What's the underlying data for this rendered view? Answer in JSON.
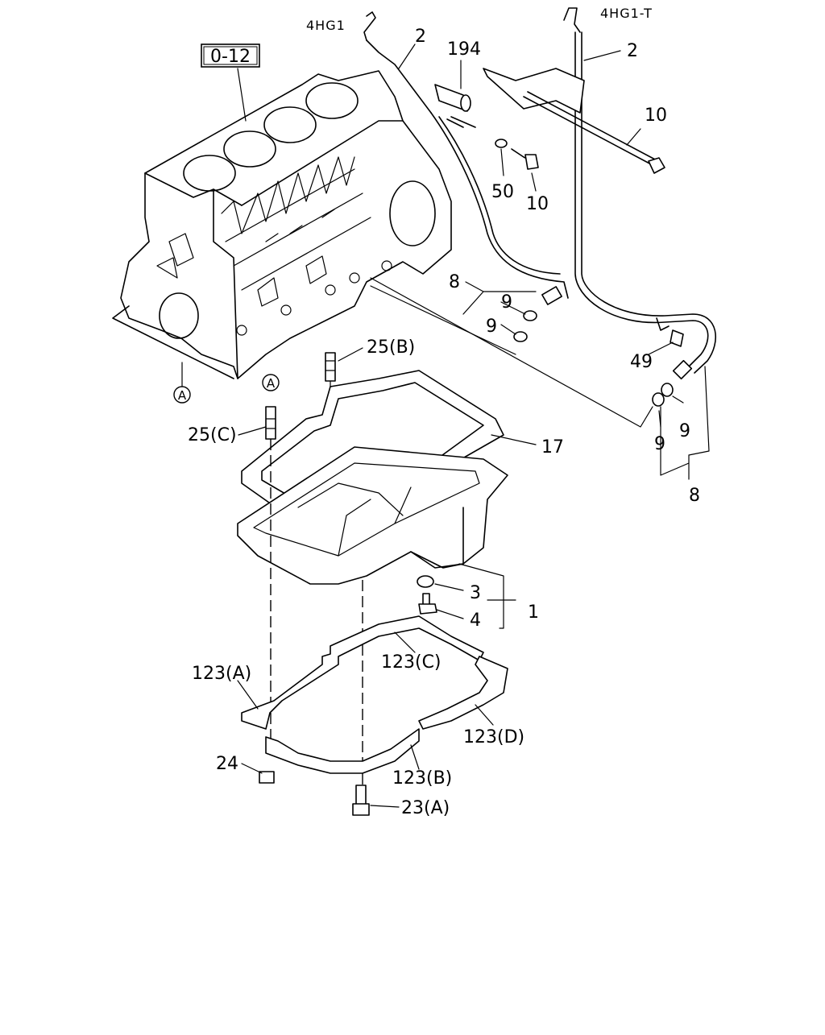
{
  "diagram": {
    "ref_box": "0-12",
    "variants": {
      "left": "4HG1",
      "right": "4HG1-T"
    },
    "callouts": {
      "c2a": "2",
      "c2b": "2",
      "c194": "194",
      "c10a": "10",
      "c10b": "10",
      "c50": "50",
      "c8a": "8",
      "c9a": "9",
      "c9b": "9",
      "c49": "49",
      "c9c": "9",
      "c9d": "9",
      "c8b": "8",
      "c25b": "25(B)",
      "c25c": "25(C)",
      "c17": "17",
      "c3": "3",
      "c4": "4",
      "c1": "1",
      "c123a": "123(A)",
      "c123c": "123(C)",
      "c123d": "123(D)",
      "c123b": "123(B)",
      "c24": "24",
      "c23a": "23(A)"
    },
    "marker": "A"
  }
}
